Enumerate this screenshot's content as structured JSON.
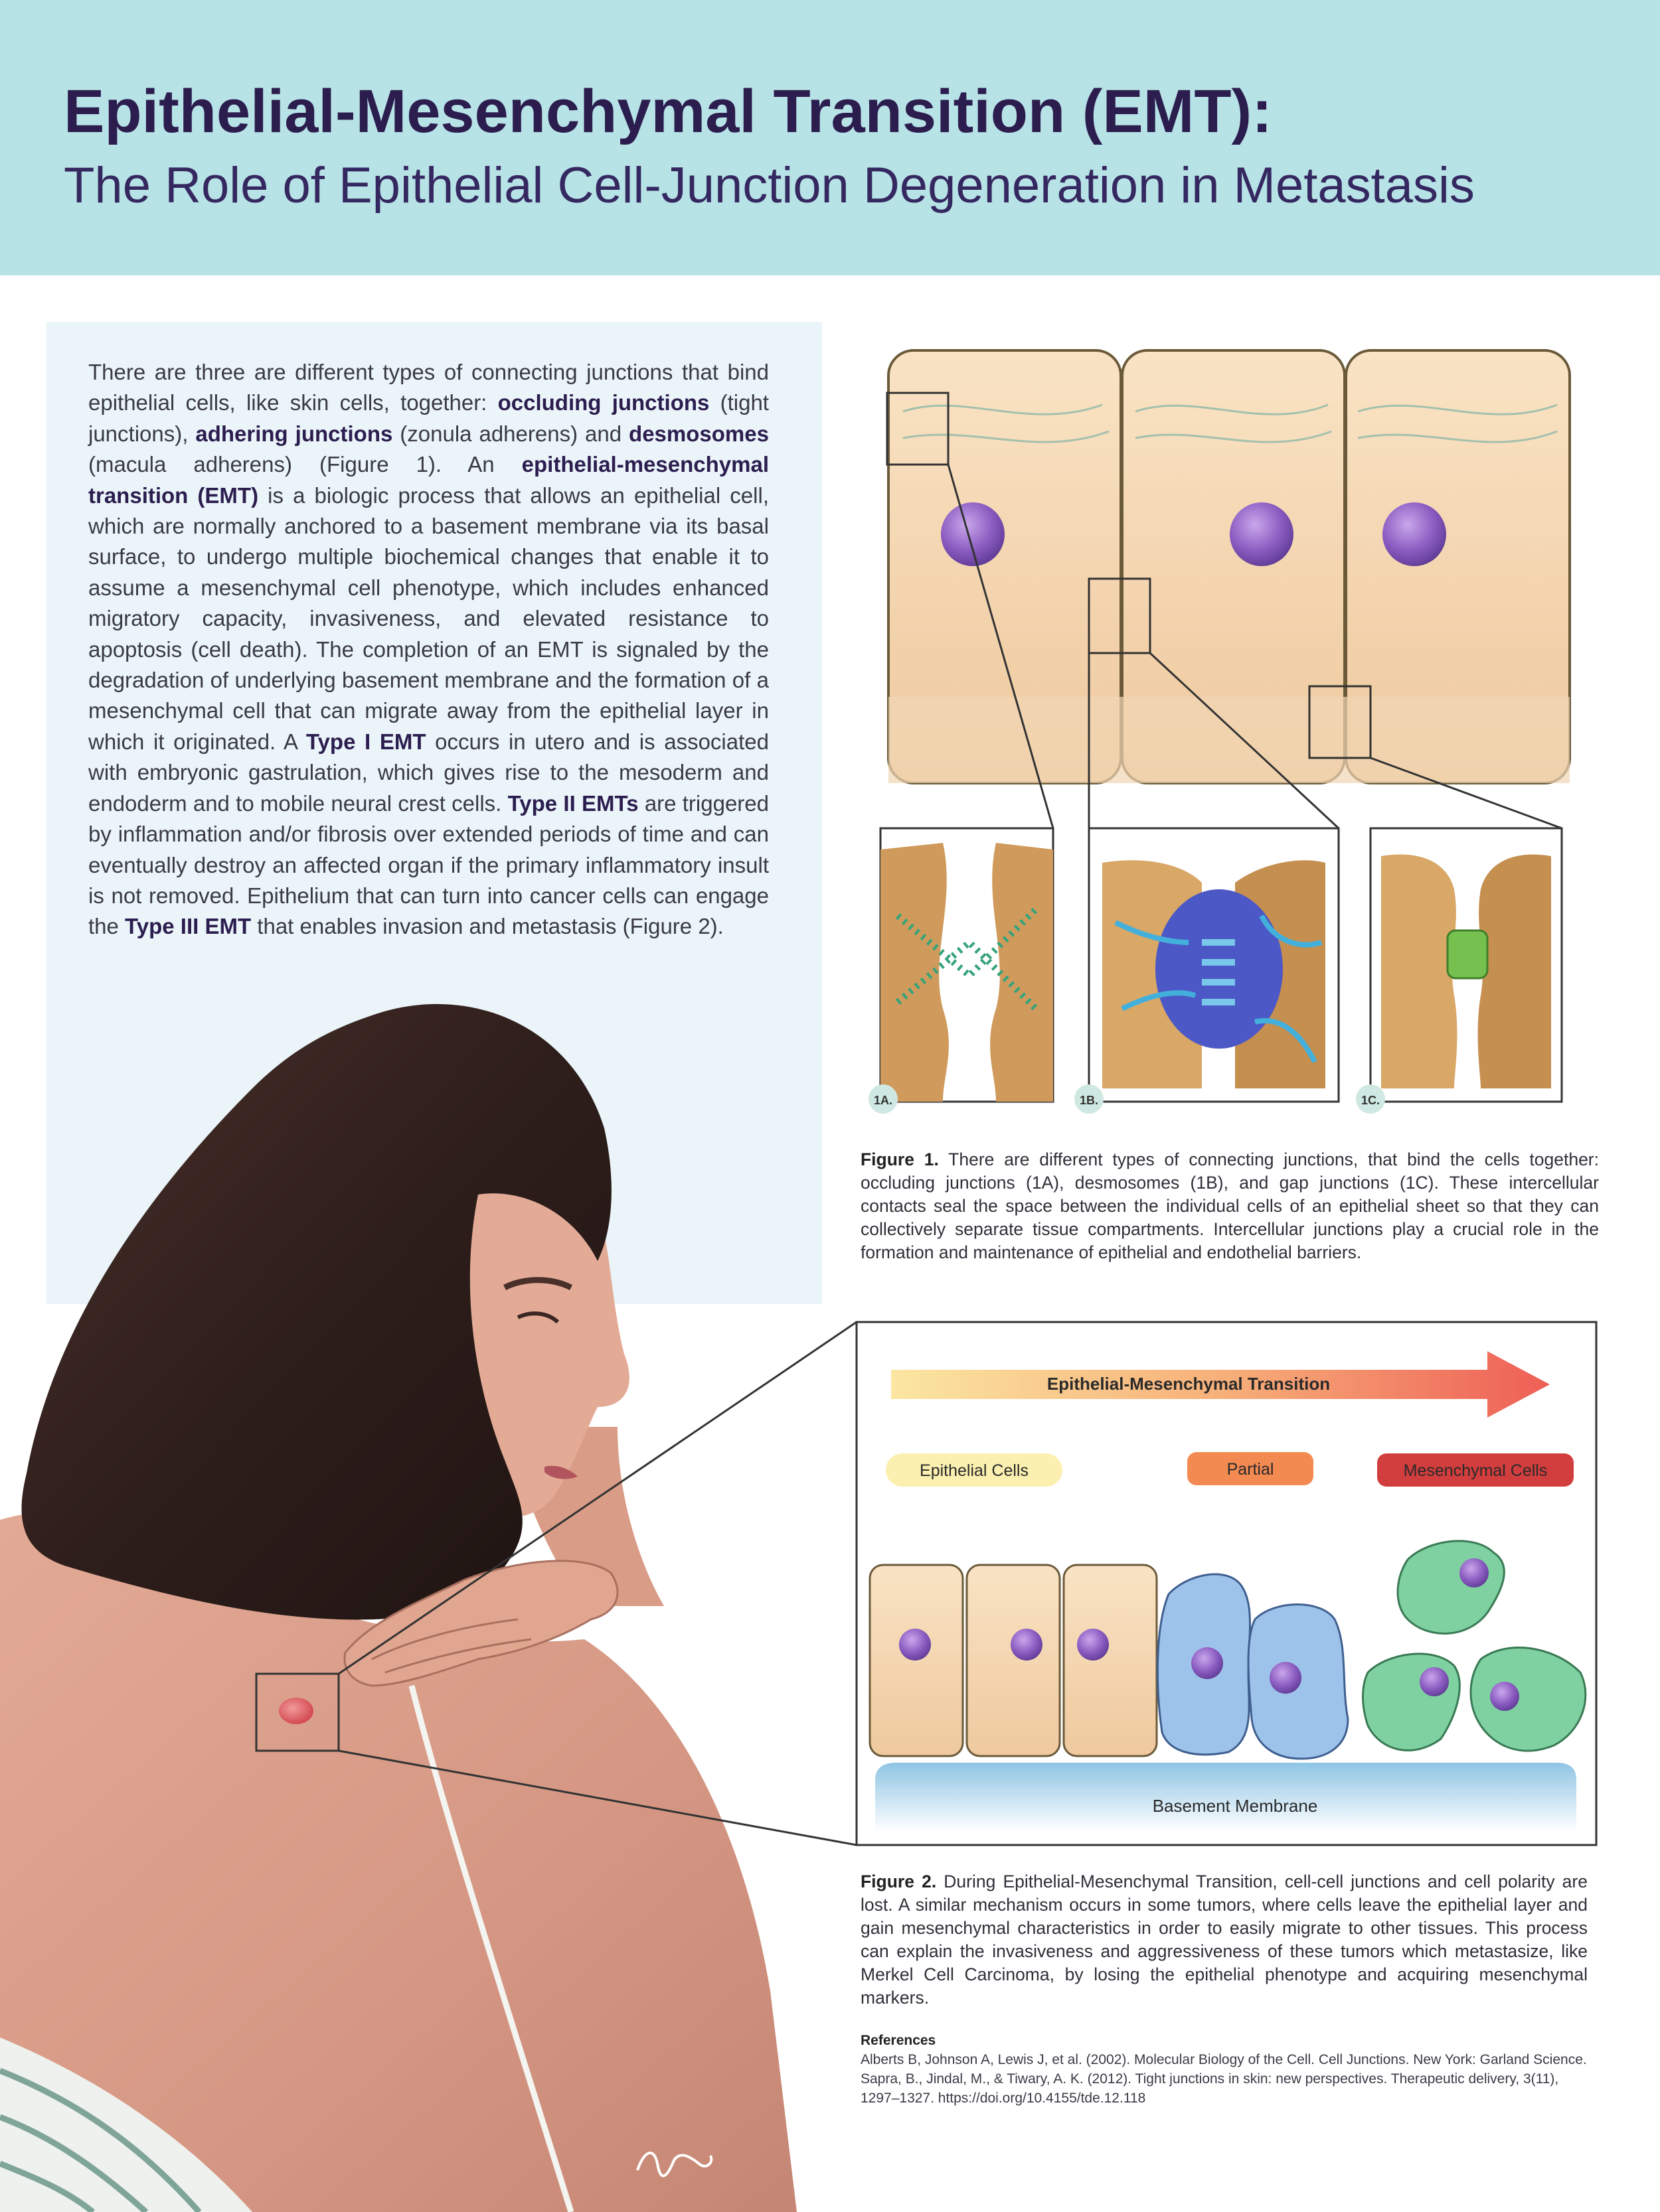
{
  "header": {
    "title": "Epithelial-Mesenchymal Transition (EMT):",
    "subtitle": "The Role of Epithelial Cell-Junction Degeneration in Metastasis"
  },
  "intro": {
    "p1": "There are three are different types of connecting junctions that bind epithelial cells, like skin cells, together: ",
    "occluding": "occluding junctions",
    "p2": " (tight junctions), ",
    "adhering": "adhering junctions",
    "p3": " (zonula adherens) and ",
    "desmosomes": "desmosomes",
    "p4": " (macula adherens) (Figure 1).   An ",
    "emt": "epithelial-mesenchymal transition (EMT)",
    "p5": " is a biologic process that allows an epithelial cell, which are normally anchored to a basement membrane via its basal surface, to undergo multiple biochemical changes that enable it to assume a mesenchymal cell phenotype, which includes enhanced migratory capacity, invasiveness, and elevated resistance to apoptosis (cell death). The completion of an EMT is signaled by the degradation of underlying basement membrane and the formation of a mesenchymal cell that can migrate away from the epithelial layer in which it originated.   A ",
    "type1": "Type I EMT",
    "p6": " occurs in utero and is associated with embryonic gastrulation, which gives rise to the mesoderm and endoderm and to mobile neural crest cells.  ",
    "type2": "Type II  EMTs",
    "p7": " are triggered by inflammation and/or fibrosis over extended periods of time and can eventually destroy an affected organ if the primary inflammatory insult is not removed.  Epithelium that can turn into cancer cells can engage the ",
    "type3": "Type III EMT",
    "p8": " that enables invasion and metastasis (Figure 2)."
  },
  "figure1": {
    "badges": [
      "1A.",
      "1B.",
      "1C."
    ],
    "caption_label": "Figure 1.",
    "caption": " There are different types of connecting junctions, that bind the cells together: occluding junctions (1A), desmosomes (1B), and gap junctions (1C).  These intercellular contacts seal the space between the individual cells of an epithelial sheet so that they can collectively separate tissue compartments. Intercellular junctions play a crucial role in the formation and maintenance of epithelial and endothelial barriers."
  },
  "figure2": {
    "arrow_label": "Epithelial-Mesenchymal Transition",
    "stage_epithelial": "Epithelial Cells",
    "stage_partial": "Partial",
    "stage_mesenchymal": "Mesenchymal Cells",
    "membrane_label": "Basement Membrane",
    "caption_label": "Figure 2.",
    "caption": " During Epithelial-Mesenchymal Transition, cell-cell junctions and cell polarity are lost.  A similar mechanism occurs in some tumors, where cells leave the epithelial layer and gain mesenchymal characteristics in order to easily migrate to other tissues. This process can explain the invasiveness and aggressiveness of these tumors which metastasize, like Merkel Cell Carcinoma, by losing the epithelial phenotype and acquiring mesenchymal markers."
  },
  "references": {
    "title": "References",
    "ref1": "Alberts B, Johnson A, Lewis J, et al. (2002). Molecular Biology of the Cell. Cell Junctions. New York: Garland Science.",
    "ref2": "Sapra, B., Jindal, M., & Tiwary, A. K. (2012). Tight junctions in skin: new perspectives. Therapeutic delivery, 3(11), 1297–1327. https://doi.org/10.4155/tde.12.118"
  },
  "colors": {
    "header_bg": "#b7e2e6",
    "title": "#2c1d4f",
    "panel_bg": "#eaf4f9",
    "cell_fill": "#f6d8b0",
    "nucleus": "#8a5bc0",
    "mesenchymal": "#7fd1a1",
    "partial_cell": "#9ec3ea"
  }
}
